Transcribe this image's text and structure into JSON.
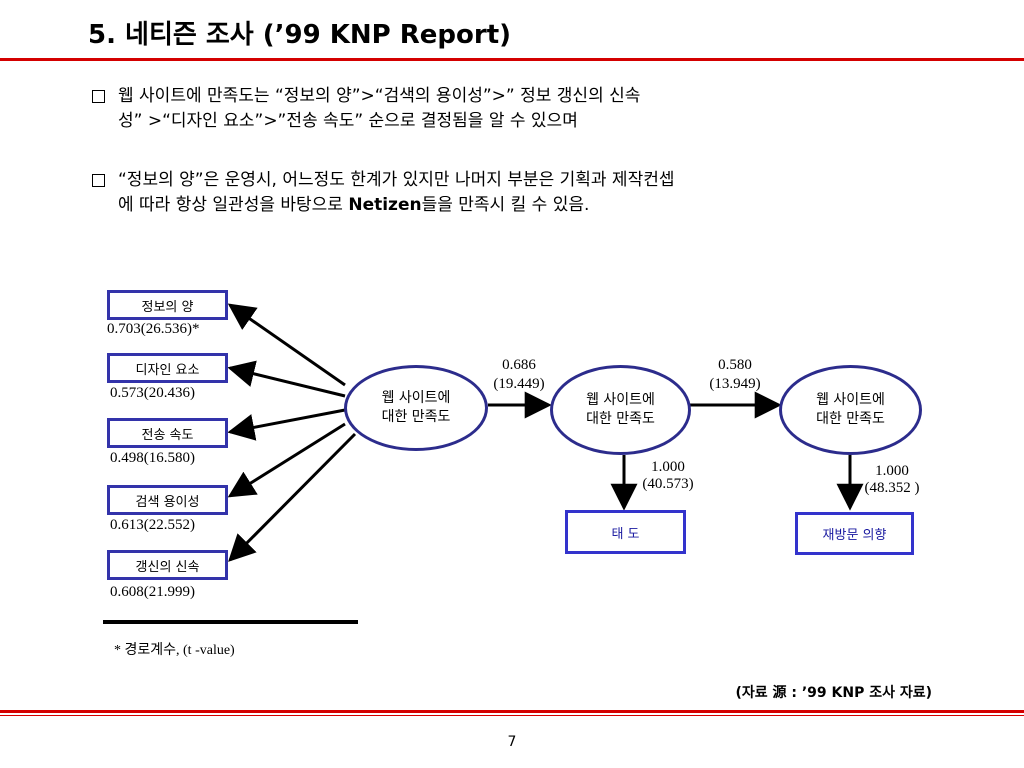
{
  "header": {
    "title_number": "5.",
    "title_text": "네티즌 조사 (’99 KNP Report)"
  },
  "bullets": [
    {
      "line1": "웹 사이트에 만족도는 “정보의 양”>“검색의 용이성”>” 정보 갱신의 신속",
      "line2": "성” >“디자인 요소”>”전송 속도” 순으로 결정됨을 알 수 있으며"
    },
    {
      "line1": "“정보의 양”은 운영시, 어느정도 한계가 있지만 나머지 부분은 기획과 제작컨셉",
      "line2_pre": "에 따라 항상 일관성을 바탕으로 ",
      "line2_bold": "Netizen",
      "line2_post": "들을 만족시 킬 수 있음."
    }
  ],
  "diagram": {
    "variables": [
      {
        "label": "정보의  양",
        "value": "0.703(26.536)*"
      },
      {
        "label": "디자인  요소",
        "value": "0.573(20.436)"
      },
      {
        "label": "전송  속도",
        "value": "0.498(16.580)"
      },
      {
        "label": "검색  용이성",
        "value": "0.613(22.552)"
      },
      {
        "label": "갱신의  신속",
        "value": "0.608(21.999)"
      }
    ],
    "ellipses": [
      {
        "line1": "웹  사이트에",
        "line2": "대한  만족도"
      },
      {
        "line1": "웹  사이트에",
        "line2": "대한  만족도"
      },
      {
        "line1": "웹  사이트에",
        "line2": "대한  만족도"
      }
    ],
    "path_labels": [
      {
        "coef": "0.686",
        "t": "(19.449)"
      },
      {
        "coef": "0.580",
        "t": "(13.949)"
      },
      {
        "coef": "1.000",
        "t": "(40.573)"
      },
      {
        "coef": "1.000",
        "t": "(48.352 )"
      }
    ],
    "outcomes": [
      "태 도",
      "재방문 의향"
    ],
    "footnote": "* 경로계수, (t -value)"
  },
  "source": "(자료 源 : ’99 KNP 조사 자료)",
  "page_number": "7",
  "colors": {
    "accent_red": "#d40000",
    "box_border": "#3333aa",
    "outcome_text": "#1a1aa0"
  }
}
